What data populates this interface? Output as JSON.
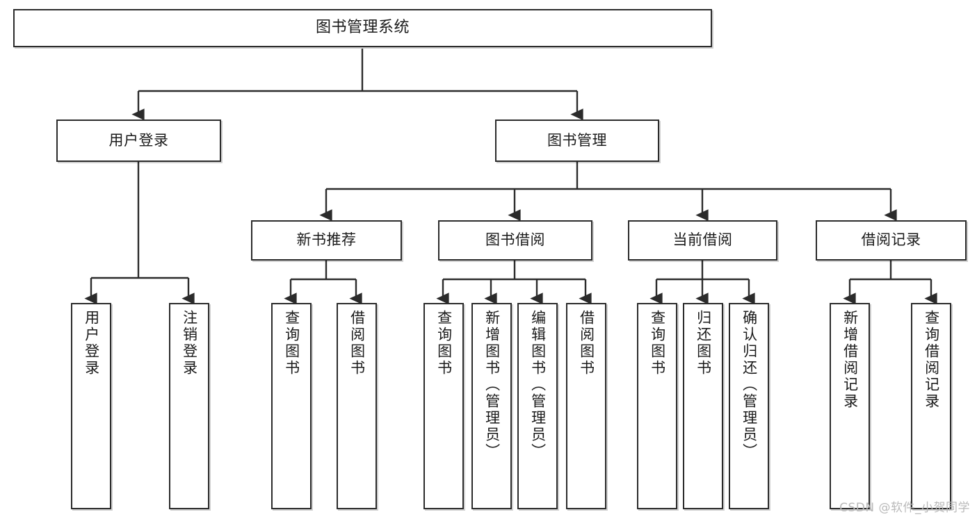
{
  "diagram": {
    "type": "tree",
    "title": "图书管理系统",
    "root": {
      "label": "图书管理系统"
    },
    "level2": [
      {
        "label": "用户登录"
      },
      {
        "label": "图书管理"
      }
    ],
    "level3": [
      {
        "label": "新书推荐"
      },
      {
        "label": "图书借阅"
      },
      {
        "label": "当前借阅"
      },
      {
        "label": "借阅记录"
      }
    ],
    "leaves": {
      "user_login": [
        {
          "label": "用户登录"
        },
        {
          "label": "注销登录"
        }
      ],
      "new_book_recommend": [
        {
          "label": "查询图书"
        },
        {
          "label": "借阅图书"
        }
      ],
      "book_borrow": [
        {
          "label": "查询图书"
        },
        {
          "label": "新增图书（管理员）"
        },
        {
          "label": "编辑图书（管理员）"
        },
        {
          "label": "借阅图书"
        }
      ],
      "current_borrow": [
        {
          "label": "查询图书"
        },
        {
          "label": "归还图书"
        },
        {
          "label": "确认归还（管理员）"
        }
      ],
      "borrow_record": [
        {
          "label": "新增借阅记录"
        },
        {
          "label": "查询借阅记录"
        }
      ]
    }
  },
  "watermark": {
    "text": "CSDN @软件_小贺同学"
  },
  "colors": {
    "box_border": "#2b2b2b",
    "box_fill": "#ffffff",
    "text": "#1a1a1a",
    "edge": "#2b2b2b",
    "watermark": "#b9b9b9"
  }
}
